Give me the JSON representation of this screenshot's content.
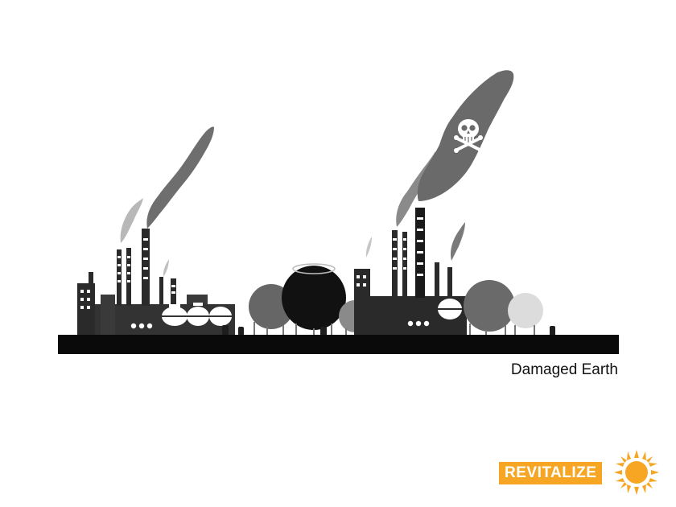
{
  "caption": "Damaged Earth",
  "brand": {
    "name": "REVITALIZE",
    "accent_color": "#f6a623",
    "icon": "sun-icon"
  },
  "illustration": {
    "subject": "industrial-skyline",
    "symbol_icon": "skull-crossbones-icon"
  },
  "colors": {
    "ground": "#0a0a0a",
    "factory_dark": "#1e1e1e",
    "factory_mid": "#555555",
    "smoke": "#6e6e6e",
    "smoke_light": "#b5b5b5"
  }
}
